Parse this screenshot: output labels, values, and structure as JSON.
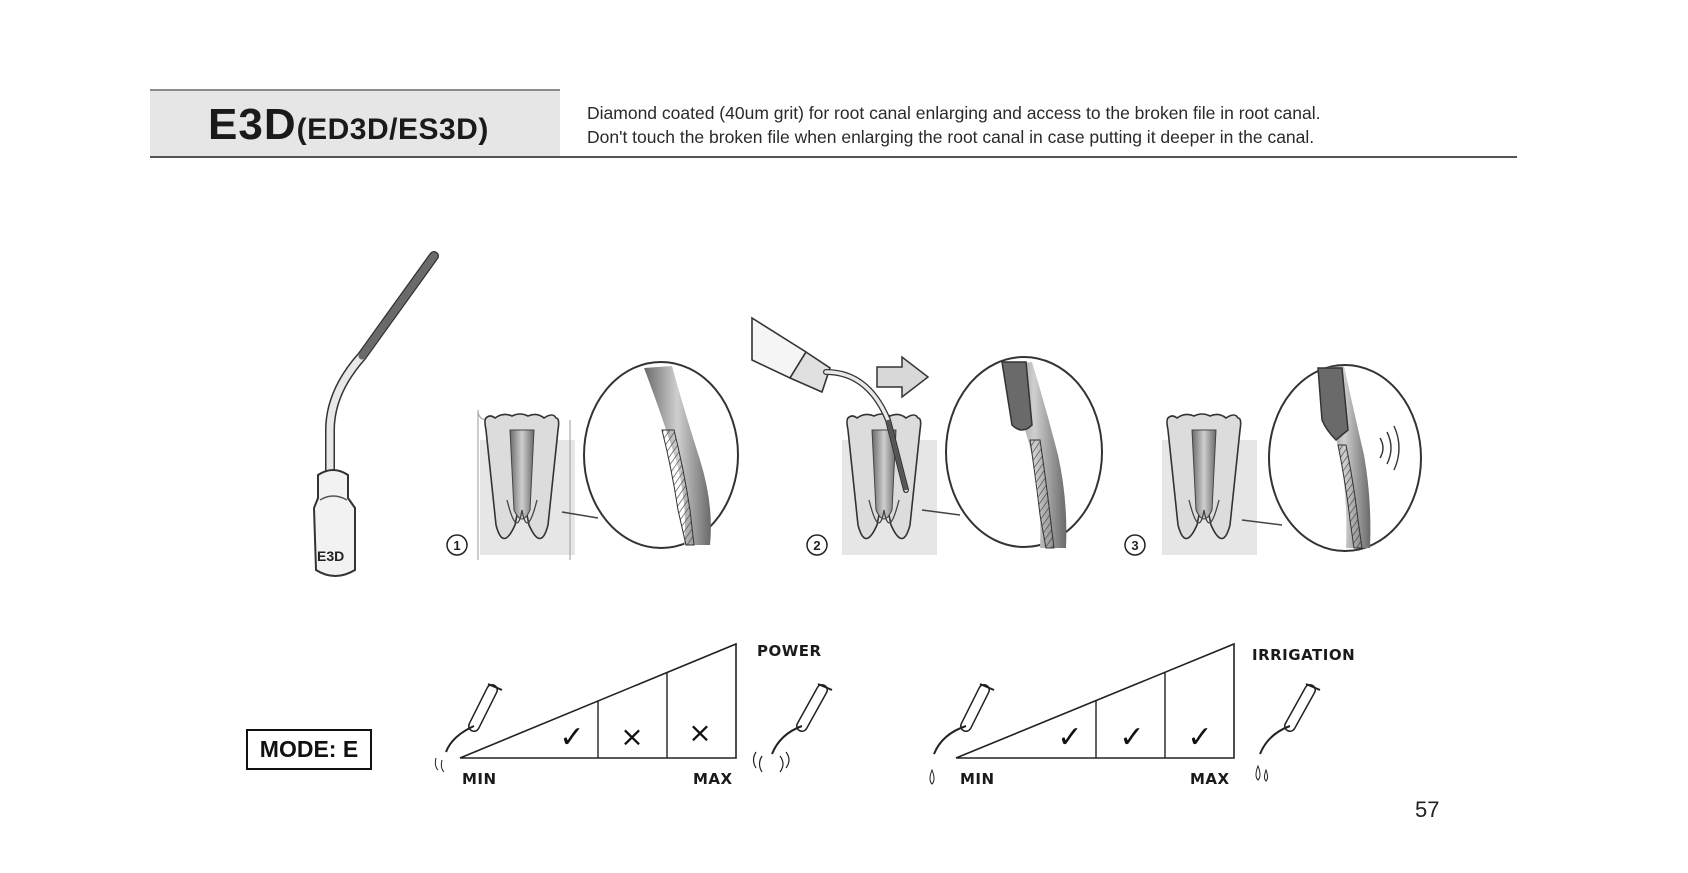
{
  "header": {
    "model": "E3D",
    "variants": "(ED3D/ES3D)",
    "description_line1": "Diamond coated (40um grit) for root canal enlarging and access to the broken file in root canal.",
    "description_line2": "Don't touch the broken file when enlarging the root canal in case putting it deeper in the canal."
  },
  "tip": {
    "label": "E3D"
  },
  "steps": [
    "1",
    "2",
    "3"
  ],
  "mode": {
    "label": "MODE: E"
  },
  "power": {
    "title": "POWER",
    "min": "MIN",
    "max": "MAX",
    "levels": [
      "✓",
      "×",
      "×"
    ]
  },
  "irrigation": {
    "title": "IRRIGATION",
    "min": "MIN",
    "max": "MAX",
    "levels": [
      "✓",
      "✓",
      "✓"
    ]
  },
  "page_number": "57"
}
